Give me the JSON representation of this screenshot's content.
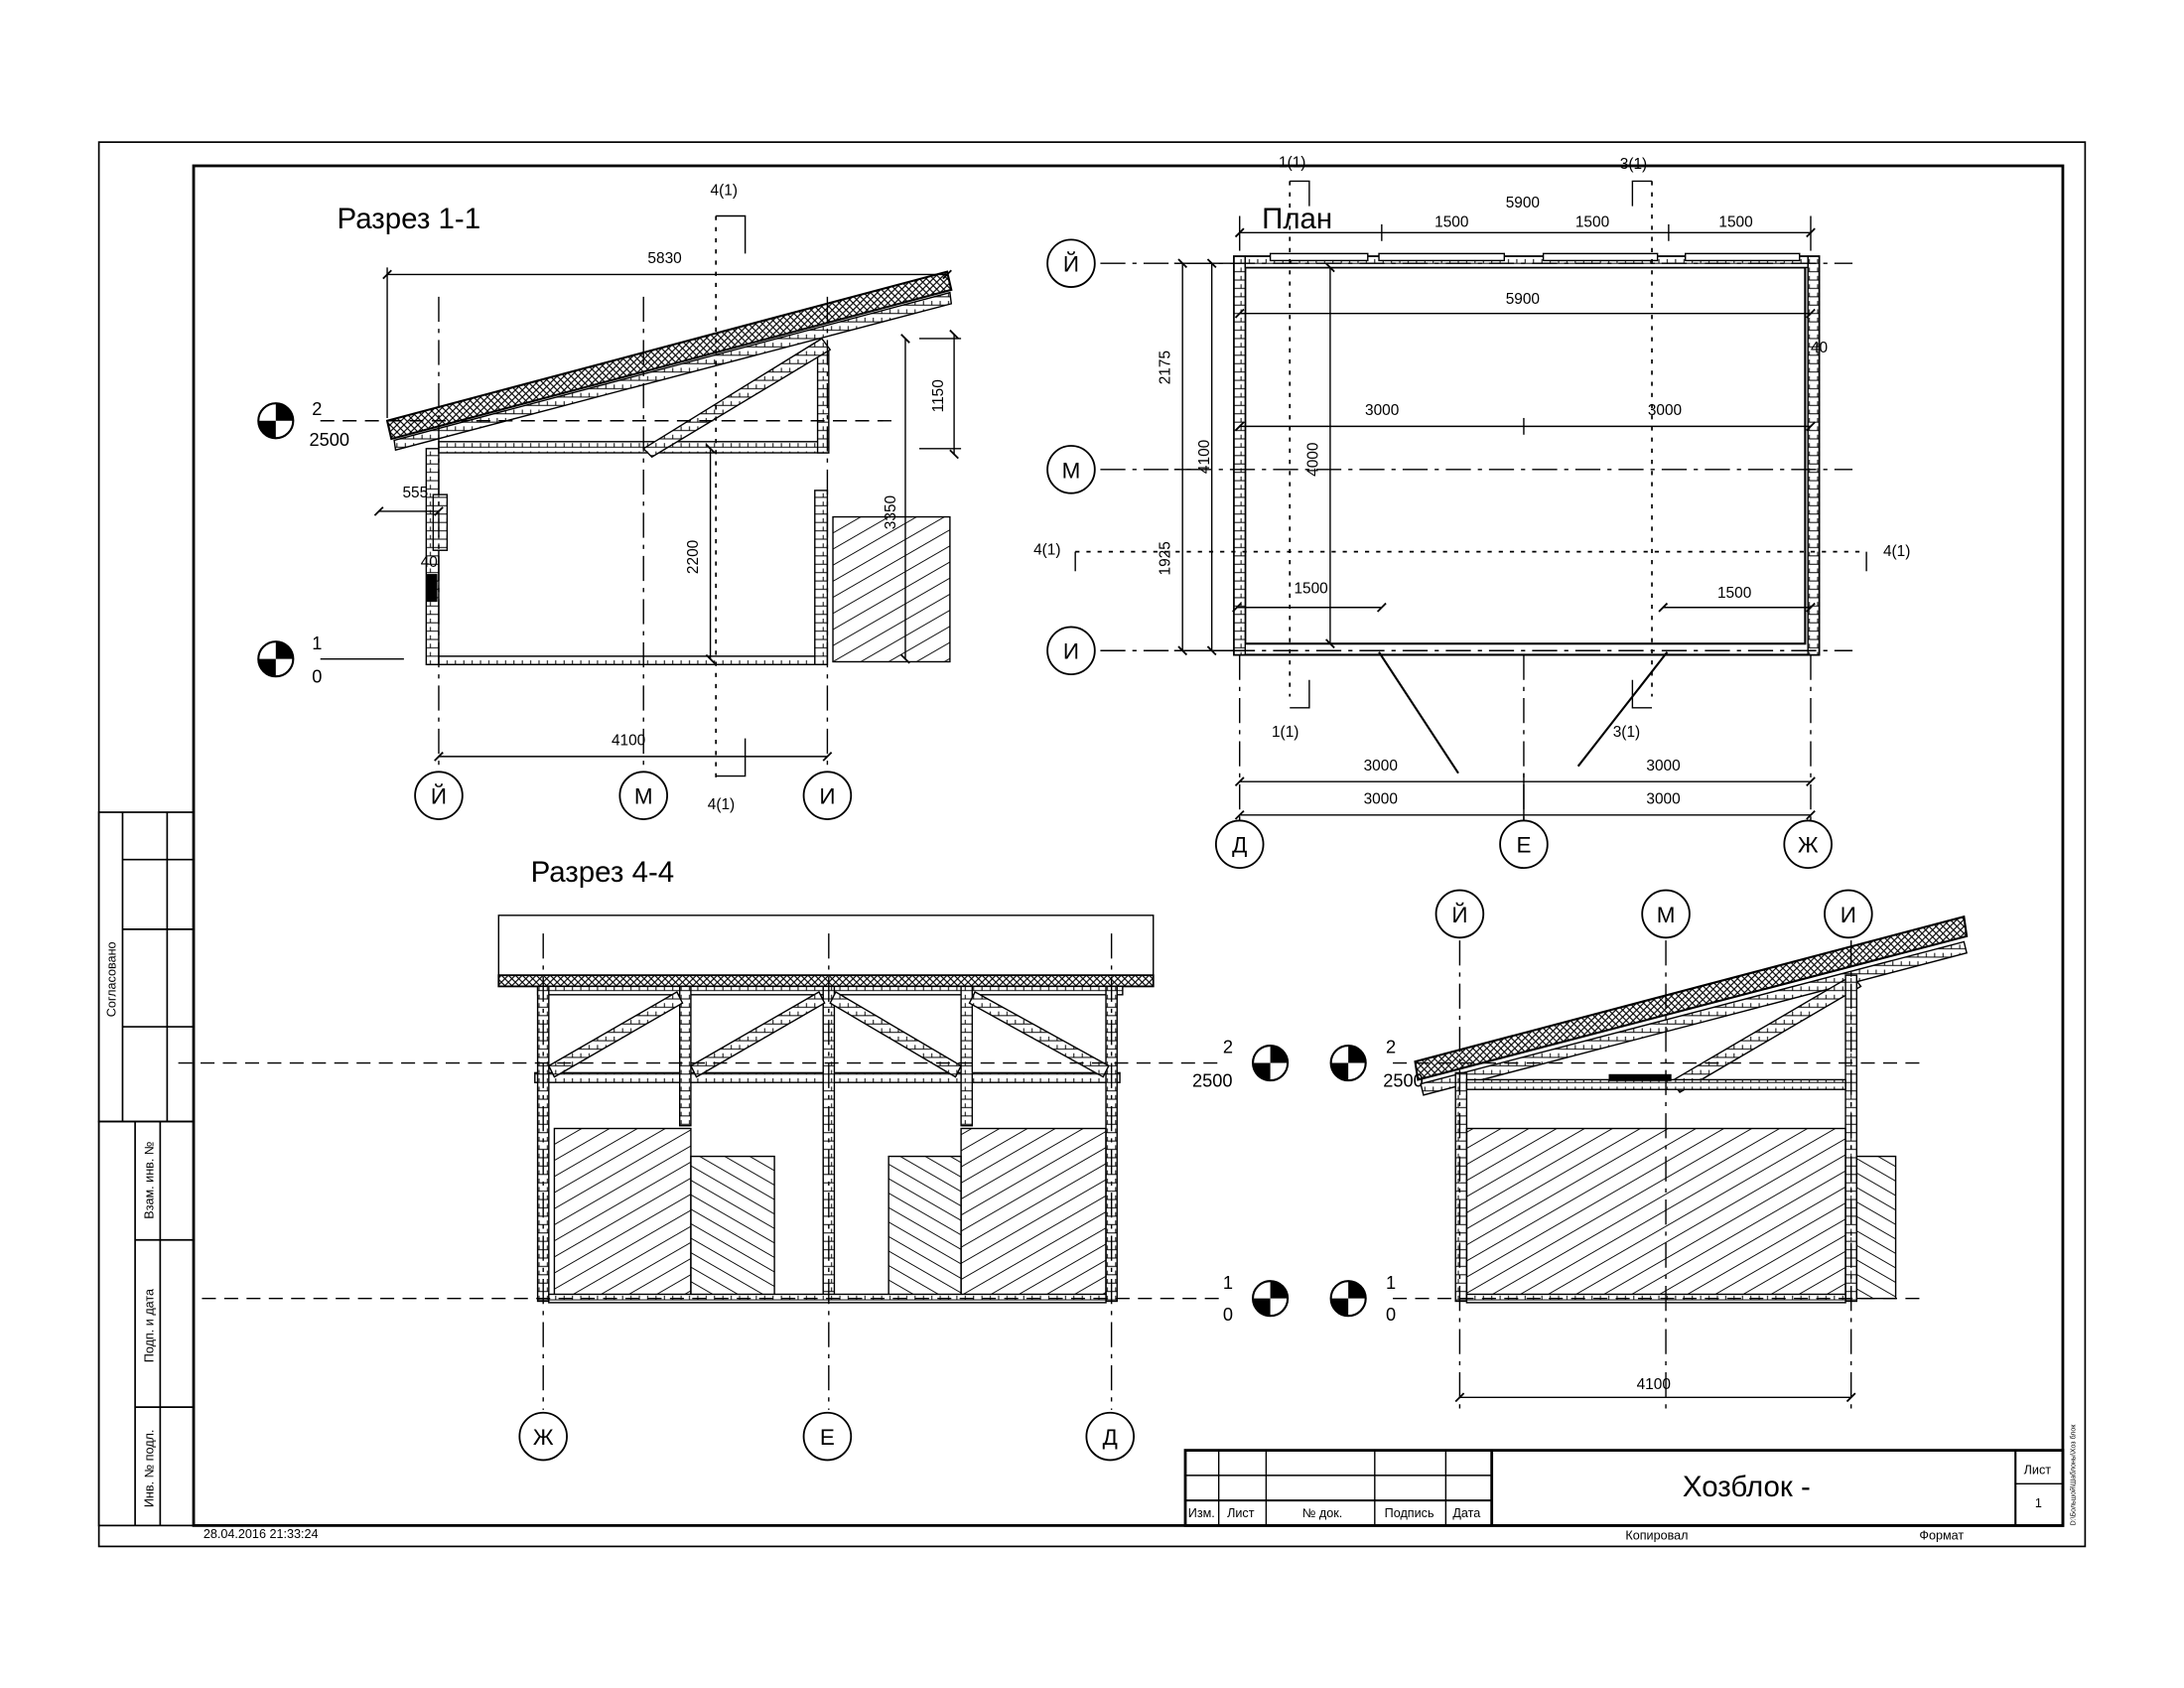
{
  "sheet": {
    "timestamp": "28.04.2016 21:33:24",
    "side_stamp": "D:\\Большой\\Шаблоны\\Хоз блок"
  },
  "sections": {
    "s11_title": "Разрез 1-1",
    "plan_title": "План",
    "s44_title": "Разрез 4-4"
  },
  "s11": {
    "d_5830": "5830",
    "d_1150": "1150",
    "d_3350": "3350",
    "d_555": "555",
    "d_40": "40",
    "d_2200": "2200",
    "d_4100": "4100",
    "cut_top": "4(1)",
    "cut_bottom": "4(1)",
    "lvl2_num": "2",
    "lvl2_val": "2500",
    "lvl1_num": "1",
    "lvl1_val": "0",
    "ax_left": "Й",
    "ax_mid": "М",
    "ax_right": "И"
  },
  "plan": {
    "top_total": "5900",
    "top_a": "1500",
    "top_b": "1500",
    "top_c": "1500",
    "inner_5900": "5900",
    "inner_3000a": "3000",
    "inner_3000b": "3000",
    "left_2175": "2175",
    "left_1925": "1925",
    "left_4100": "4100",
    "left_4000": "4000",
    "right_40": "40",
    "door_l": "1500",
    "door_r": "1500",
    "bot_a1": "3000",
    "bot_a2": "3000",
    "bot_b1": "3000",
    "bot_b2": "3000",
    "cut1_top": "1(1)",
    "cut3_top": "3(1)",
    "cut1_bot": "1(1)",
    "cut3_bot": "3(1)",
    "cut4_left": "4(1)",
    "cut4_right": "4(1)",
    "ax_Y": "Й",
    "ax_M": "М",
    "ax_I": "И",
    "ax_D": "Д",
    "ax_E": "Е",
    "ax_Zh": "Ж"
  },
  "s44": {
    "lvl2_num": "2",
    "lvl2_val": "2500",
    "lvl1_num": "1",
    "lvl1_val": "0",
    "ax_left": "Ж",
    "ax_mid": "Е",
    "ax_right": "Д"
  },
  "s22": {
    "lvl2_num": "2",
    "lvl2_val": "2500",
    "lvl1_num": "1",
    "lvl1_val": "0",
    "d_4100": "4100",
    "ax_left": "Й",
    "ax_mid": "М",
    "ax_right": "И"
  },
  "stamp_side": {
    "agreed": "Согласовано",
    "vzam": "Взам. инв. №",
    "podp": "Подп. и дата",
    "inv": "Инв. № подл."
  },
  "title_block": {
    "col_izm": "Изм.",
    "col_list": "Лист",
    "col_doc": "№ док.",
    "col_sign": "Подпись",
    "col_date": "Дата",
    "title": "Хозблок -",
    "sheet_label": "Лист",
    "sheet_num": "1"
  },
  "footer": {
    "copied": "Копировал",
    "format": "Формат"
  }
}
